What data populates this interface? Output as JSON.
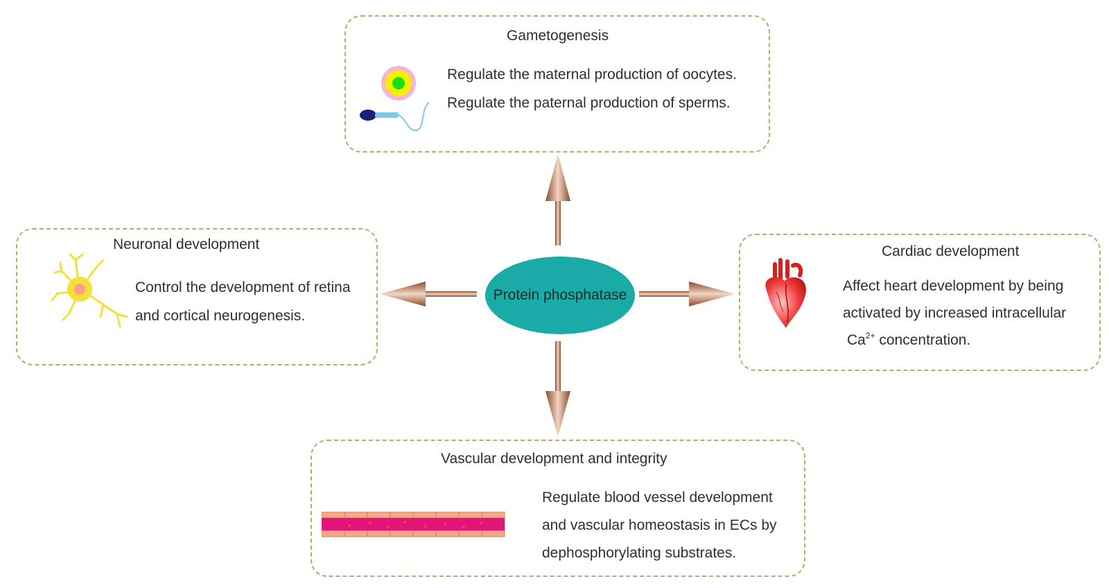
{
  "center": {
    "label": "Protein phosphatase"
  },
  "boxes": {
    "gametogenesis": {
      "title": "Gametogenesis",
      "lines": [
        "Regulate the maternal production of oocytes.",
        "Regulate the paternal production of sperms."
      ]
    },
    "neuronal": {
      "title": "Neuronal development",
      "lines": [
        "Control  the development of retina",
        "and cortical neurogenesis."
      ]
    },
    "cardiac": {
      "title": "Cardiac development",
      "lines": [
        "Affect heart development by being",
        "activated by increased intracellular",
        "Ca",
        "2+",
        " concentration."
      ]
    },
    "vascular": {
      "title": "Vascular development and integrity",
      "lines": [
        "Regulate blood vessel development",
        "and vascular homeostasis in ECs by",
        "dephosphorylating substrates."
      ]
    }
  },
  "colors": {
    "box_border": "#c8a36a",
    "center_fill": "#1aaaa8",
    "arrow_dark": "#8a4a2a",
    "arrow_light": "#e8c7b0"
  },
  "icons": {
    "gametogenesis": [
      "oocyte-icon",
      "sperm-icon"
    ],
    "neuronal": [
      "neuron-icon"
    ],
    "cardiac": [
      "heart-icon"
    ],
    "vascular": [
      "blood-vessel-icon"
    ]
  }
}
